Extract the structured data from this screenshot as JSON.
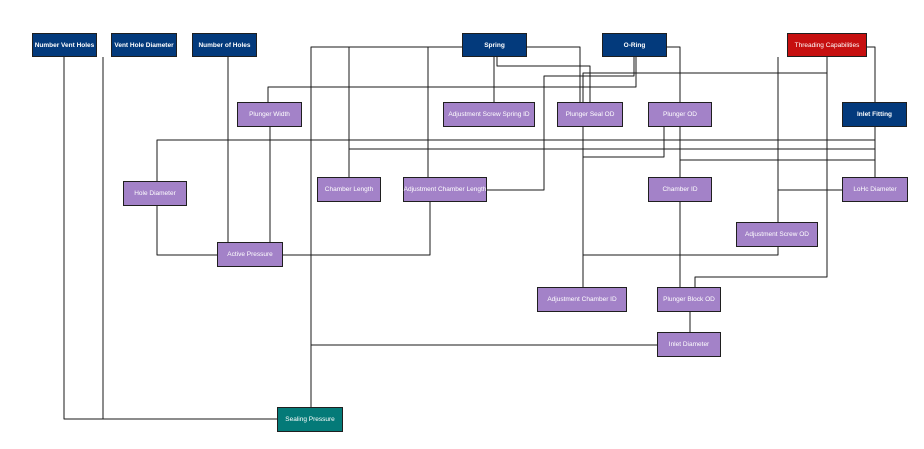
{
  "nodes": {
    "number_vent_holes": "Number Vent Holes",
    "vent_hole_diameter": "Vent Hole Diameter",
    "number_of_holes": "Number of Holes",
    "spring": "Spring",
    "o_ring": "O-Ring",
    "threading_capabilities": "Threading Capabilities",
    "inlet_fitting": "Inlet Fitting",
    "plunger_width": "Plunger Width",
    "adjustment_screw_spring_id": "Adjustment Screw Spring ID",
    "plunger_seal_od": "Plunger Seal OD",
    "plunger_od": "Plunger OD",
    "hole_diameter": "Hole Diameter",
    "chamber_length": "Chamber Length",
    "adjustment_chamber_length": "Adjustment Chamber Length",
    "chamber_id": "Chamber ID",
    "lohc_diameter": "LoHc Diameter",
    "adjustment_screw_od": "Adjustment Screw OD",
    "active_pressure": "Active Pressure",
    "adjustment_chamber_id": "Adjustment Chamber ID",
    "plunger_block_od": "Plunger Block OD",
    "inlet_diameter": "Inlet Diameter",
    "sealing_pressure": "Sealing Pressure"
  },
  "colors": {
    "input": "#033a7c",
    "key_input": "#c60f0f",
    "intermediate": "#a382c8",
    "output": "#047a78",
    "edge": "#1a1a1a"
  }
}
